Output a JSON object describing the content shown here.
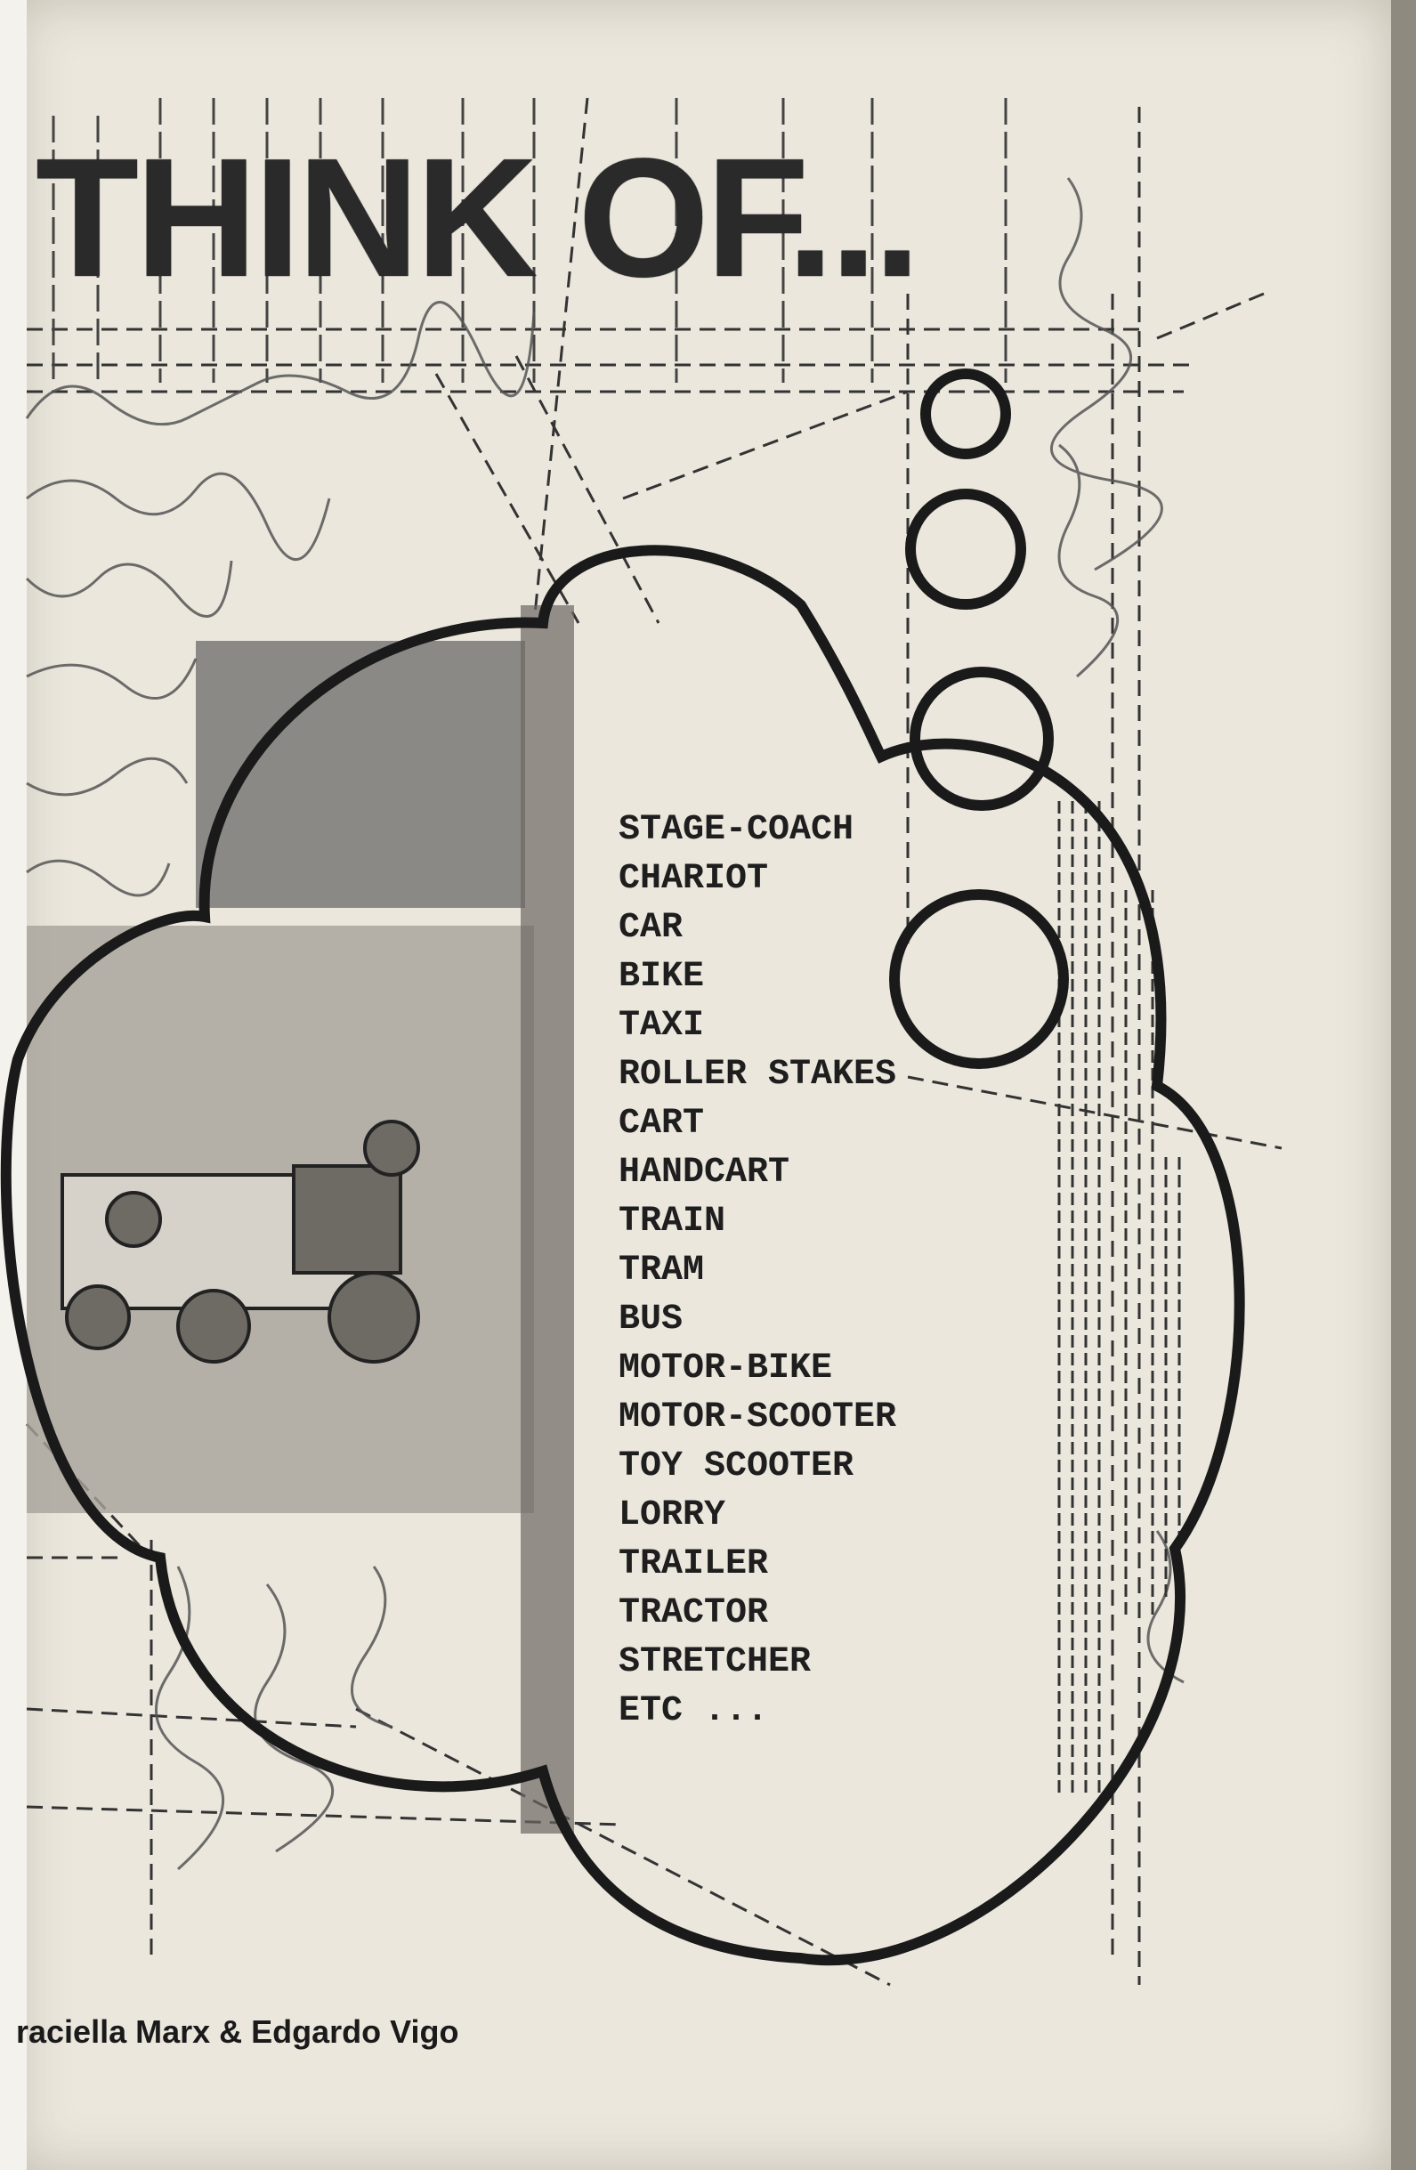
{
  "title": "THINK OF...",
  "items": [
    "STAGE-COACH",
    "CHARIOT",
    "CAR",
    "BIKE",
    "TAXI",
    "ROLLER STAKES",
    "CART",
    "HANDCART",
    "TRAIN",
    "TRAM",
    "BUS",
    "MOTOR-BIKE",
    "MOTOR-SCOOTER",
    "TOY SCOOTER",
    "LORRY",
    "TRAILER",
    "TRACTOR",
    "STRETCHER",
    "ETC ..."
  ],
  "credit": "raciella Marx & Edgardo Vigo",
  "colors": {
    "paper": "#ebe7dd",
    "ink": "#1e1e1e",
    "background": "#8f8a80"
  }
}
